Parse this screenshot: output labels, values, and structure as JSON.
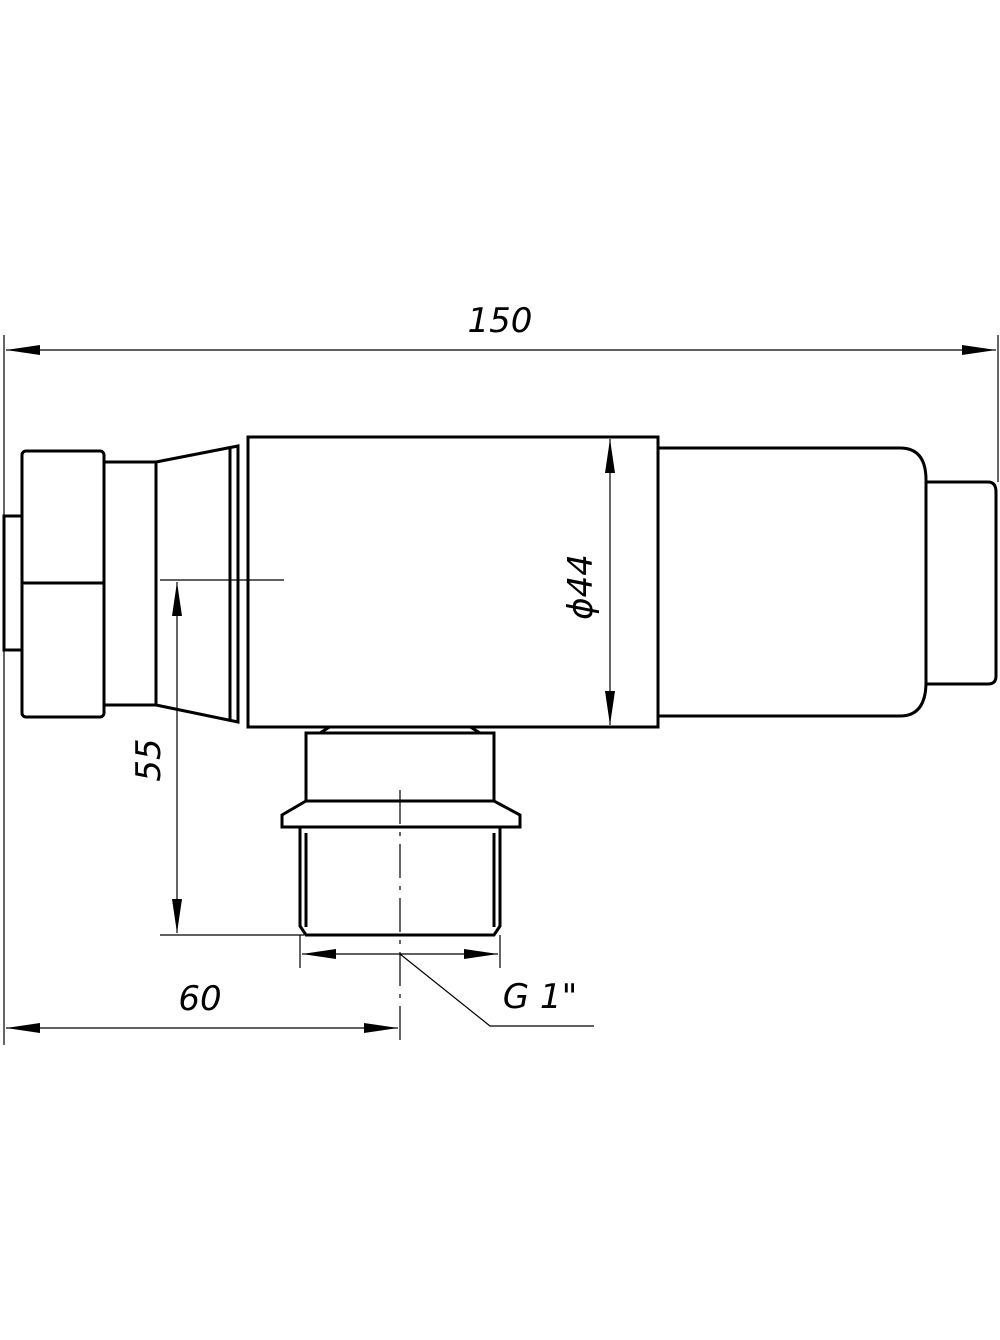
{
  "dimensions": {
    "overall_length": "150",
    "body_diameter": "ϕ44",
    "outlet_height": "55",
    "outlet_offset": "60",
    "thread": "G 1\""
  }
}
